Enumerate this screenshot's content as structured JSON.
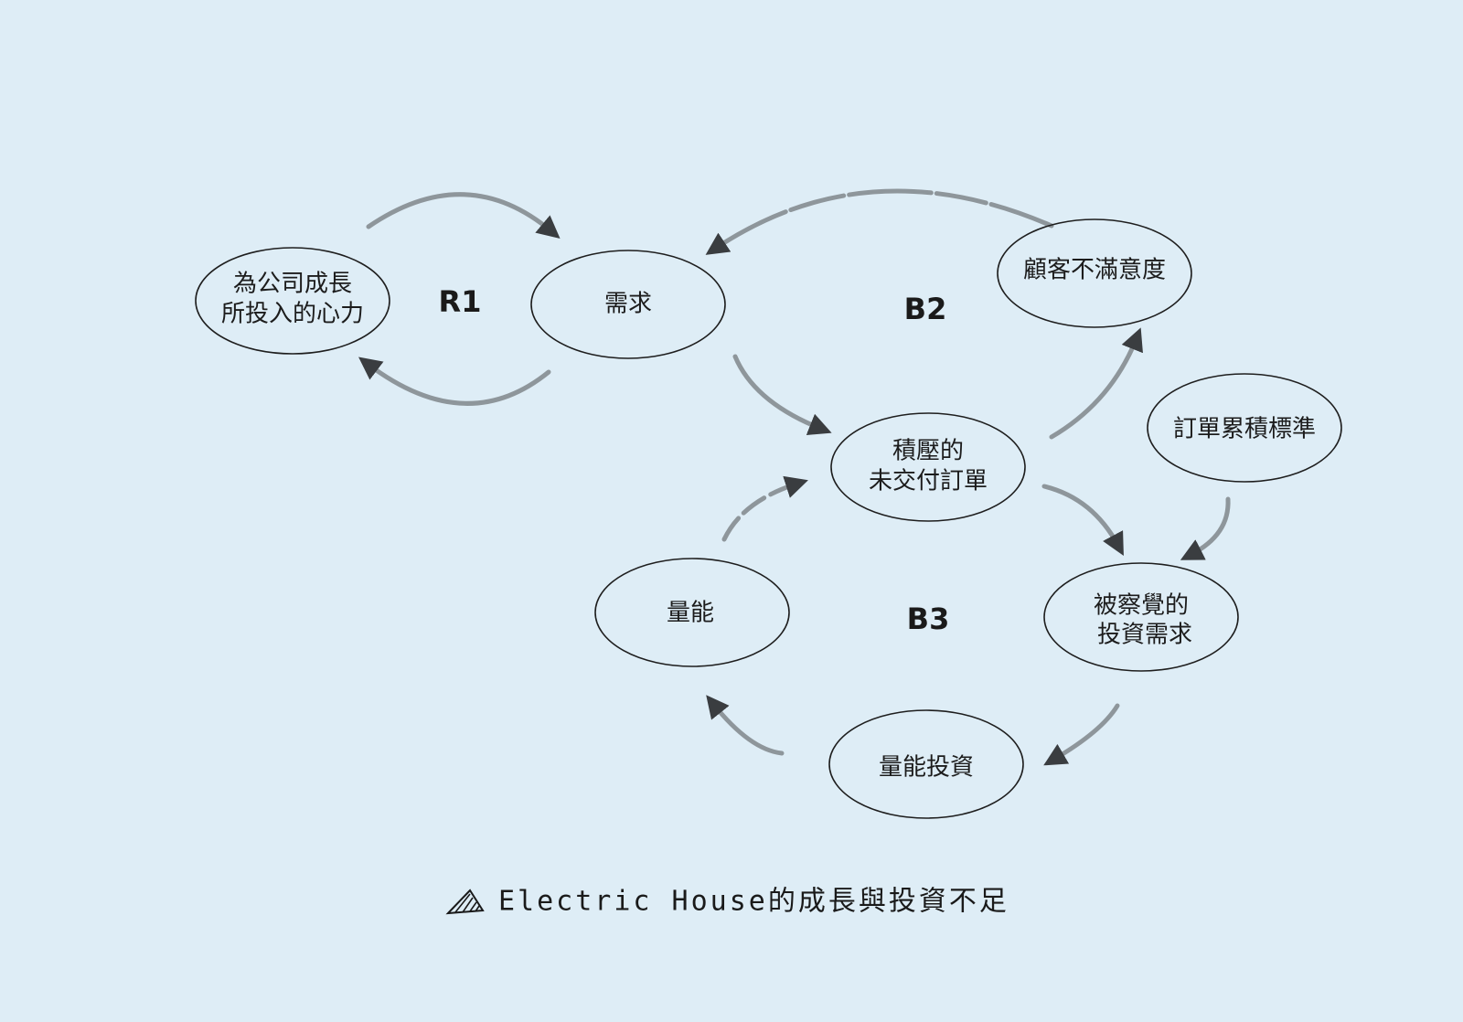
{
  "nodes": {
    "effort": {
      "lines": [
        "為公司成長",
        "所投入的心力"
      ]
    },
    "demand": {
      "lines": [
        "需求"
      ]
    },
    "dissatisfaction": {
      "lines": [
        "顧客不滿意度"
      ]
    },
    "backlog": {
      "lines": [
        "積壓的",
        "未交付訂單"
      ]
    },
    "standard": {
      "lines": [
        "訂單累積標準"
      ]
    },
    "capacity": {
      "lines": [
        "量能"
      ]
    },
    "perceived": {
      "lines": [
        "被察覺的",
        "投資需求"
      ]
    },
    "investment": {
      "lines": [
        "量能投資"
      ]
    }
  },
  "loops": {
    "r1": "R1",
    "b2": "B2",
    "b3": "B3"
  },
  "caption": {
    "text": "Electric House的成長與投資不足",
    "icon": "hatched-triangle-icon"
  },
  "colors": {
    "background": "#deedf6",
    "link": "#8e969b",
    "arrowhead": "#3a3d40",
    "outline": "#1e1e1e"
  }
}
